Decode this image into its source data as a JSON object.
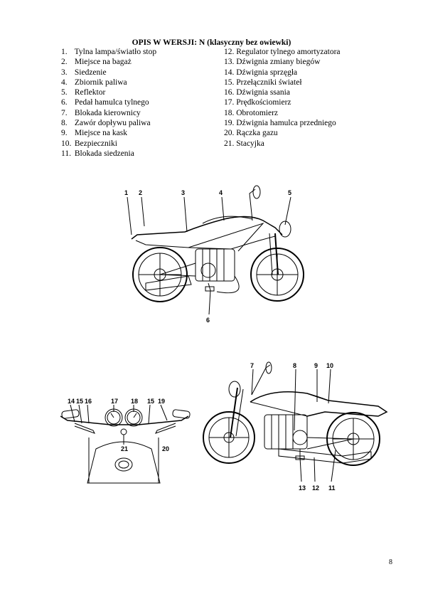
{
  "title": "OPIS W WERSJI: N (klasyczny bez owiewki)",
  "left_list": [
    {
      "num": "1.",
      "label": "Tylna lampa/światło stop"
    },
    {
      "num": "2.",
      "label": "Miejsce na bagaż"
    },
    {
      "num": "3.",
      "label": "Siedzenie"
    },
    {
      "num": "4.",
      "label": "Zbiornik paliwa"
    },
    {
      "num": "5.",
      "label": "Reflektor"
    },
    {
      "num": "6.",
      "label": "Pedał hamulca tylnego"
    },
    {
      "num": "7.",
      "label": "Blokada kierownicy"
    },
    {
      "num": "8.",
      "label": "Zawór dopływu paliwa"
    },
    {
      "num": "9.",
      "label": "Miejsce na kask"
    },
    {
      "num": "10.",
      "label": "Bezpieczniki"
    },
    {
      "num": "11.",
      "label": "Blokada siedzenia"
    }
  ],
  "right_list": [
    {
      "num": "12.",
      "label": "Regulator tylnego amortyzatora"
    },
    {
      "num": "13.",
      "label": "Dźwignia zmiany biegów"
    },
    {
      "num": "14.",
      "label": "Dźwignia sprzęgła"
    },
    {
      "num": "15.",
      "label": "Przełączniki świateł"
    },
    {
      "num": "16.",
      "label": "Dźwignia ssania"
    },
    {
      "num": "17.",
      "label": "Prędkościomierz"
    },
    {
      "num": "18.",
      "label": "Obrotomierz"
    },
    {
      "num": "19.",
      "label": "Dźwignia hamulca przedniego"
    },
    {
      "num": "20.",
      "label": "Rączka gazu"
    },
    {
      "num": "21.",
      "label": "Stacyjka"
    }
  ],
  "figure_top_callouts": [
    "1",
    "2",
    "3",
    "4",
    "5",
    "6"
  ],
  "figure_cockpit_callouts": [
    "14",
    "15",
    "16",
    "17",
    "18",
    "15",
    "19",
    "21",
    "20"
  ],
  "figure_side_callouts": [
    "7",
    "8",
    "9",
    "10",
    "13",
    "12",
    "11"
  ],
  "page_number": "8"
}
